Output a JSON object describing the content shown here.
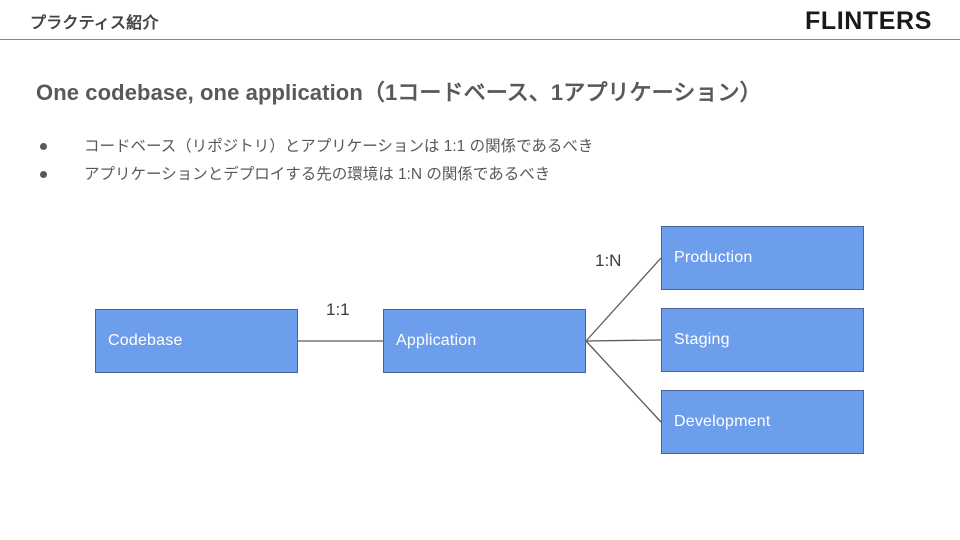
{
  "header": {
    "title": "プラクティス紹介",
    "brand": "FLINTERS"
  },
  "slide": {
    "title": "One codebase, one application（1コードベース、1アプリケーション）",
    "bullets": [
      {
        "text": "コードベース（リポジトリ）とアプリケーションは 1:1 の関係であるべき"
      },
      {
        "text": "アプリケーションとデプロイする先の環境は 1:N の関係であるべき"
      }
    ]
  },
  "diagram": {
    "nodes": [
      {
        "id": "codebase",
        "label": "Codebase"
      },
      {
        "id": "application",
        "label": "Application"
      },
      {
        "id": "production",
        "label": "Production"
      },
      {
        "id": "staging",
        "label": "Staging"
      },
      {
        "id": "development",
        "label": "Development"
      }
    ],
    "edge_labels": [
      {
        "id": "one-to-one",
        "text": "1:1"
      },
      {
        "id": "one-to-n",
        "text": "1:N"
      }
    ]
  },
  "colors": {
    "node_fill": "#6D9EEB",
    "node_border": "#46639b",
    "node_text": "#FFFFFF",
    "body_text": "#595959",
    "rule": "#8A8A8A",
    "connector": "#5A5A5A"
  }
}
